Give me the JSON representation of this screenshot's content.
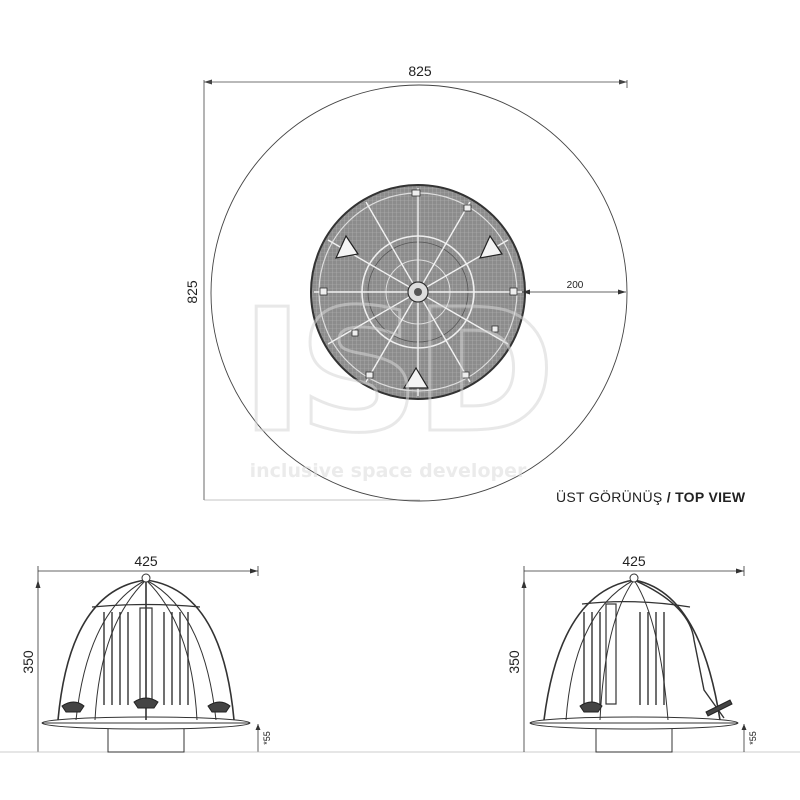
{
  "top_view": {
    "dims": {
      "width": "825",
      "height": "825",
      "radius": "200"
    },
    "label_tr": "ÜST GÖRÜNÜŞ",
    "separator": " / ",
    "label_en": "TOP VIEW"
  },
  "side_view_left": {
    "dims": {
      "width": "425",
      "height": "350",
      "base": "*55"
    }
  },
  "side_view_right": {
    "dims": {
      "width": "425",
      "height": "350",
      "base": "*55"
    }
  },
  "watermark": {
    "logo": "ISD",
    "tagline": "inclusive space developer"
  },
  "colors": {
    "line": "#333333",
    "dome_fill": "#9a9a9a",
    "watermark": "#e6e6e6"
  }
}
